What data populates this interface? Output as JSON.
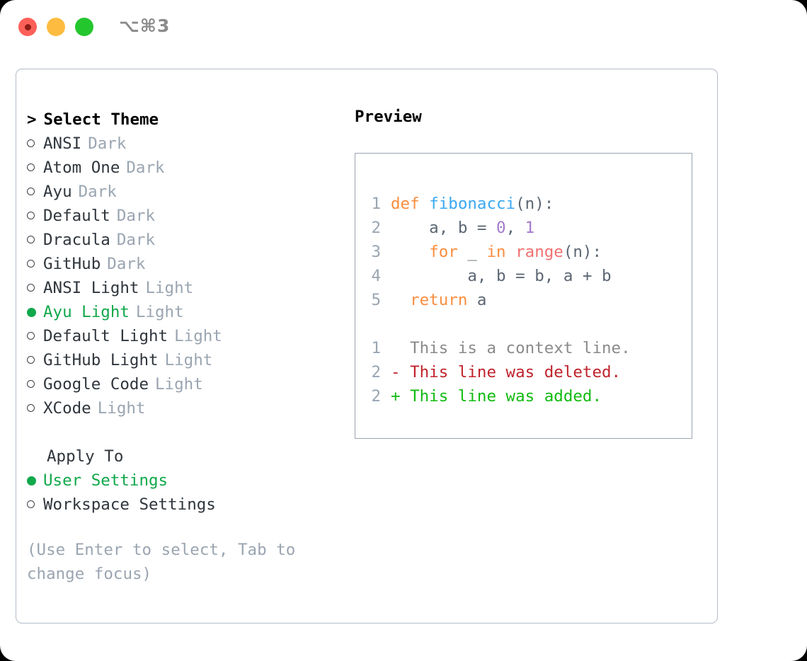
{
  "titlebar": {
    "shortcut": "⌥⌘3",
    "buttons": {
      "close": "close",
      "minimize": "minimize",
      "maximize": "maximize"
    }
  },
  "theme_picker": {
    "header": "Select Theme",
    "caret": ">",
    "bullet_selected": "●",
    "bullet_unselected": "○",
    "items": [
      {
        "label": "ANSI",
        "tag": "Dark",
        "selected": false
      },
      {
        "label": "Atom One",
        "tag": "Dark",
        "selected": false
      },
      {
        "label": "Ayu",
        "tag": "Dark",
        "selected": false
      },
      {
        "label": "Default",
        "tag": "Dark",
        "selected": false
      },
      {
        "label": "Dracula",
        "tag": "Dark",
        "selected": false
      },
      {
        "label": "GitHub",
        "tag": "Dark",
        "selected": false
      },
      {
        "label": "ANSI Light",
        "tag": "Light",
        "selected": false
      },
      {
        "label": "Ayu Light",
        "tag": "Light",
        "selected": true
      },
      {
        "label": "Default Light",
        "tag": "Light",
        "selected": false
      },
      {
        "label": "GitHub Light",
        "tag": "Light",
        "selected": false
      },
      {
        "label": "Google Code",
        "tag": "Light",
        "selected": false
      },
      {
        "label": "XCode",
        "tag": "Light",
        "selected": false
      }
    ]
  },
  "apply_to": {
    "header": "Apply To",
    "options": [
      {
        "label": "User Settings",
        "selected": true
      },
      {
        "label": "Workspace Settings",
        "selected": false
      }
    ]
  },
  "hint": "(Use Enter to select, Tab to change focus)",
  "preview": {
    "title": "Preview",
    "code_lines": [
      {
        "n": "1",
        "segments": [
          {
            "t": "def ",
            "c": "kw"
          },
          {
            "t": "fibonacci",
            "c": "fn"
          },
          {
            "t": "(n):",
            "c": "pl"
          }
        ]
      },
      {
        "n": "2",
        "segments": [
          {
            "t": "    a, b = ",
            "c": "pl"
          },
          {
            "t": "0",
            "c": "num"
          },
          {
            "t": ", ",
            "c": "pl"
          },
          {
            "t": "1",
            "c": "num"
          }
        ]
      },
      {
        "n": "3",
        "segments": [
          {
            "t": "    ",
            "c": "pl"
          },
          {
            "t": "for",
            "c": "kw"
          },
          {
            "t": " _ ",
            "c": "pl"
          },
          {
            "t": "in",
            "c": "kw"
          },
          {
            "t": " ",
            "c": "pl"
          },
          {
            "t": "range",
            "c": "bi"
          },
          {
            "t": "(n):",
            "c": "pl"
          }
        ]
      },
      {
        "n": "4",
        "segments": [
          {
            "t": "        a, b = b, a + b",
            "c": "pl"
          }
        ]
      },
      {
        "n": "5",
        "segments": [
          {
            "t": "  ",
            "c": "pl"
          },
          {
            "t": "return",
            "c": "kw"
          },
          {
            "t": " a",
            "c": "pl"
          }
        ]
      }
    ],
    "diff_lines": [
      {
        "n": "1",
        "marker": " ",
        "text": " This is a context line.",
        "kind": "ctx"
      },
      {
        "n": "2",
        "marker": "-",
        "text": " This line was deleted.",
        "kind": "del"
      },
      {
        "n": "2",
        "marker": "+",
        "text": " This line was added.",
        "kind": "add"
      }
    ]
  },
  "colors": {
    "accent_green": "#10a84a",
    "keyword_orange": "#fa8d3e",
    "function_blue": "#3aa8f0",
    "number_purple": "#a37acc",
    "builtin_red": "#f07171",
    "muted_gray": "#9aa5b1",
    "diff_deleted": "#c0232c",
    "diff_added": "#11bb11",
    "traffic_close": "#fc6058",
    "traffic_minimize": "#fdbc40",
    "traffic_maximize": "#24c62e"
  }
}
